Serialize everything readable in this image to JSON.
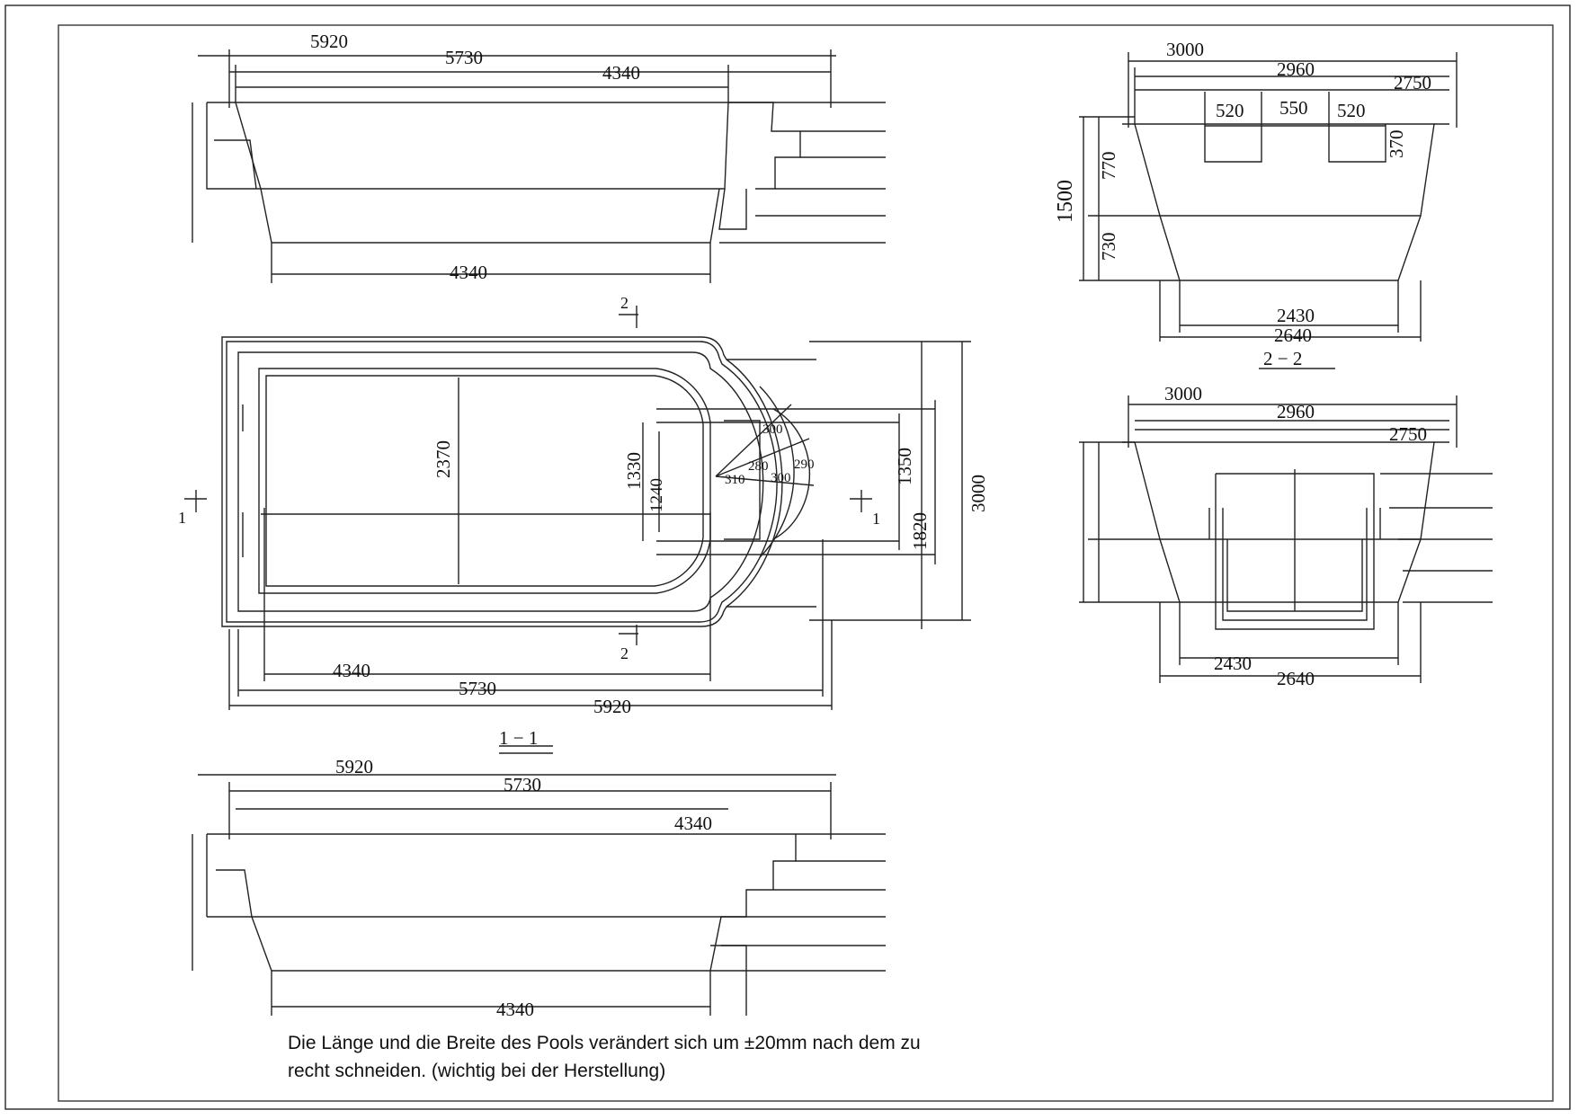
{
  "drawing": {
    "top_elevation": {
      "dims": [
        "5920",
        "5730",
        "4340",
        "4340"
      ]
    },
    "plan": {
      "dims_bottom": [
        "4340",
        "5730",
        "5920"
      ],
      "dim_width": "2370",
      "dim_right": "3000",
      "dim_step_outer": "1350",
      "dim_step_full": "1820",
      "dim_step_a": "1330",
      "dim_step_b": "1240",
      "stair_dims": [
        "300",
        "280",
        "310",
        "300",
        "290"
      ],
      "section_marks": [
        "2",
        "2",
        "1",
        "1"
      ]
    },
    "section_1_1": {
      "label": "1 − 1",
      "dims": [
        "5920",
        "5730",
        "4340",
        "4340"
      ]
    },
    "section_2_2_upper": {
      "dims": [
        "3000",
        "2960",
        "2750",
        "520",
        "550",
        "520",
        "370",
        "1500",
        "770",
        "730",
        "2430",
        "2640"
      ],
      "label": "2 − 2"
    },
    "section_2_2_lower": {
      "dims": [
        "3000",
        "2960",
        "2750",
        "2430",
        "2640"
      ]
    },
    "note_line1": "Die Länge und die Breite des Pools verändert sich um ±20mm nach dem zu",
    "note_line2": "recht schneiden. (wichtig bei der Herstellung)"
  }
}
